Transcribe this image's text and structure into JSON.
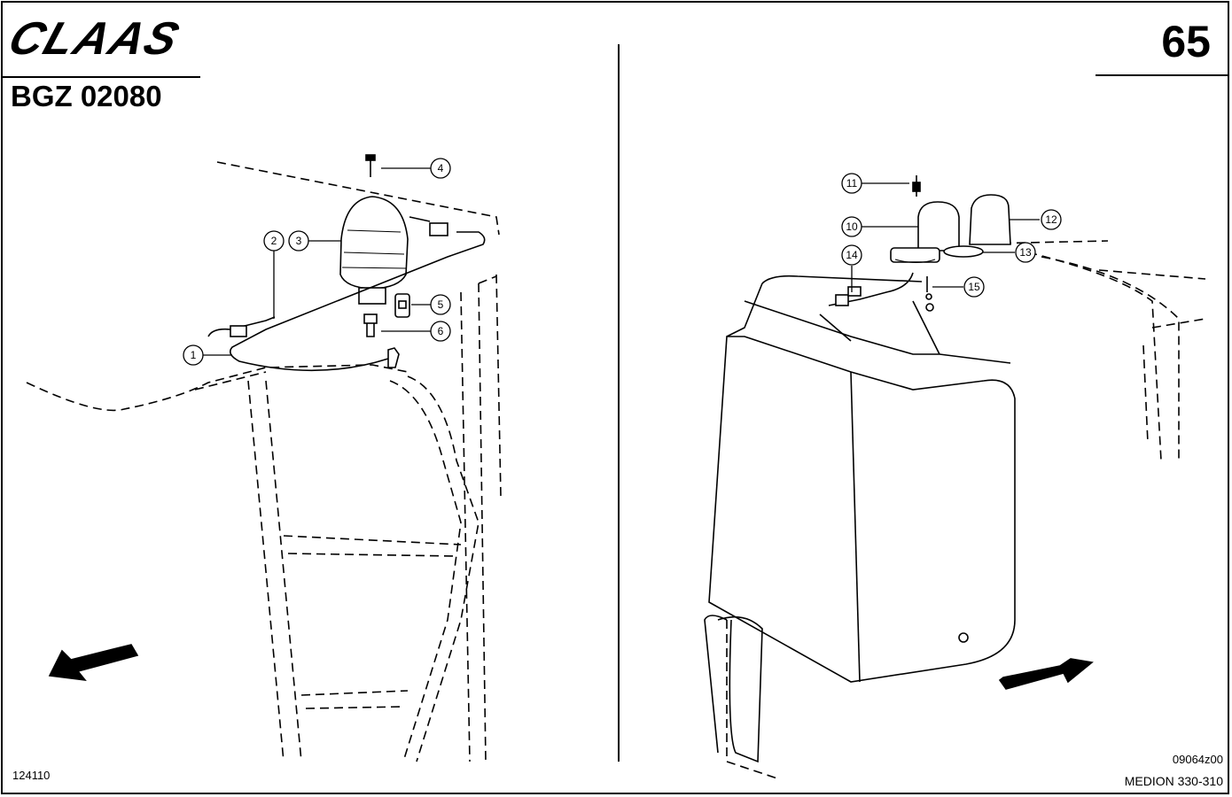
{
  "header": {
    "brand": "CLAAS",
    "document_code": "BGZ 02080",
    "page_number": "65"
  },
  "footer": {
    "left_ref": "124110",
    "right_ref": "09064z00",
    "model": "MEDION 330-310"
  },
  "left_view": {
    "callouts": [
      "1",
      "2",
      "3",
      "4",
      "5",
      "6"
    ]
  },
  "right_view": {
    "callouts": [
      "10",
      "11",
      "12",
      "13",
      "14",
      "15"
    ]
  }
}
